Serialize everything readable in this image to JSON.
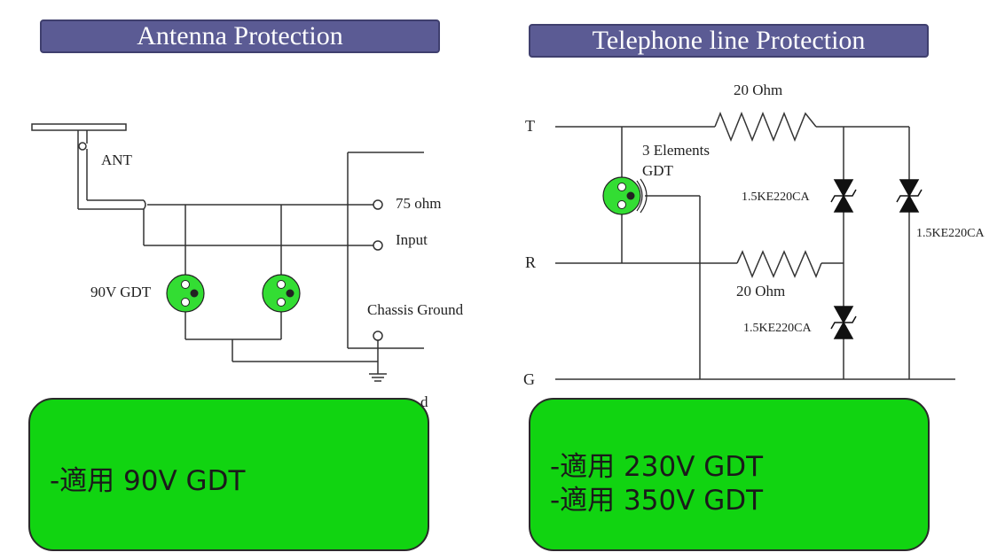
{
  "antenna": {
    "title": "Antenna Protection",
    "labels": {
      "ant": "ANT",
      "ohm75": "75 ohm",
      "input": "Input",
      "gdt": "90V GDT",
      "chassis": "Chassis Ground",
      "partial": "d"
    },
    "note": "-適用 90V GDT"
  },
  "telephone": {
    "title": "Telephone line Protection",
    "labels": {
      "t": "T",
      "r": "R",
      "g": "G",
      "ohm_top": "20 Ohm",
      "ohm_bottom": "20 Ohm",
      "elements": "3 Elements",
      "gdt": "GDT",
      "tvs1": "1.5KE220CA",
      "tvs2": "1.5KE220CA",
      "tvs3": "1.5KE220CA"
    },
    "notes": [
      "-適用 230V GDT",
      "-適用 350V GDT"
    ]
  },
  "colors": {
    "title_bg": "#5b5b94",
    "note_bg": "#11d411",
    "gdt_fill": "#33dd33"
  }
}
